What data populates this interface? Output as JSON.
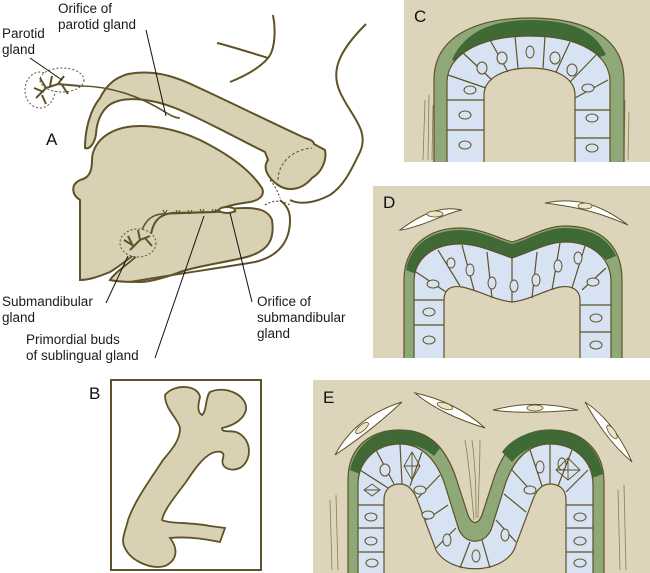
{
  "figure": {
    "panels": {
      "A": {
        "letter": "A"
      },
      "B": {
        "letter": "B"
      },
      "C": {
        "letter": "C"
      },
      "D": {
        "letter": "D"
      },
      "E": {
        "letter": "E"
      }
    },
    "labels": {
      "parotid_gland_1": "Parotid",
      "parotid_gland_2": "gland",
      "orifice_parotid_1": "Orifice of",
      "orifice_parotid_2": "parotid gland",
      "submandibular_gland_1": "Submandibular",
      "submandibular_gland_2": "gland",
      "primordial_buds_1": "Primordial buds",
      "primordial_buds_2": "of sublingual gland",
      "orifice_submandibular_1": "Orifice of",
      "orifice_submandibular_2": "submandibular",
      "orifice_submandibular_3": "gland"
    },
    "colors": {
      "tissue": "#d9d1b4",
      "outline": "#5e5226",
      "mesenchyme": "#ddd5bb",
      "epithelium": "#d7e3f3",
      "basement_dark": "#3f6a36",
      "basement_light": "#8fa878",
      "cell_white": "#ffffff"
    }
  }
}
